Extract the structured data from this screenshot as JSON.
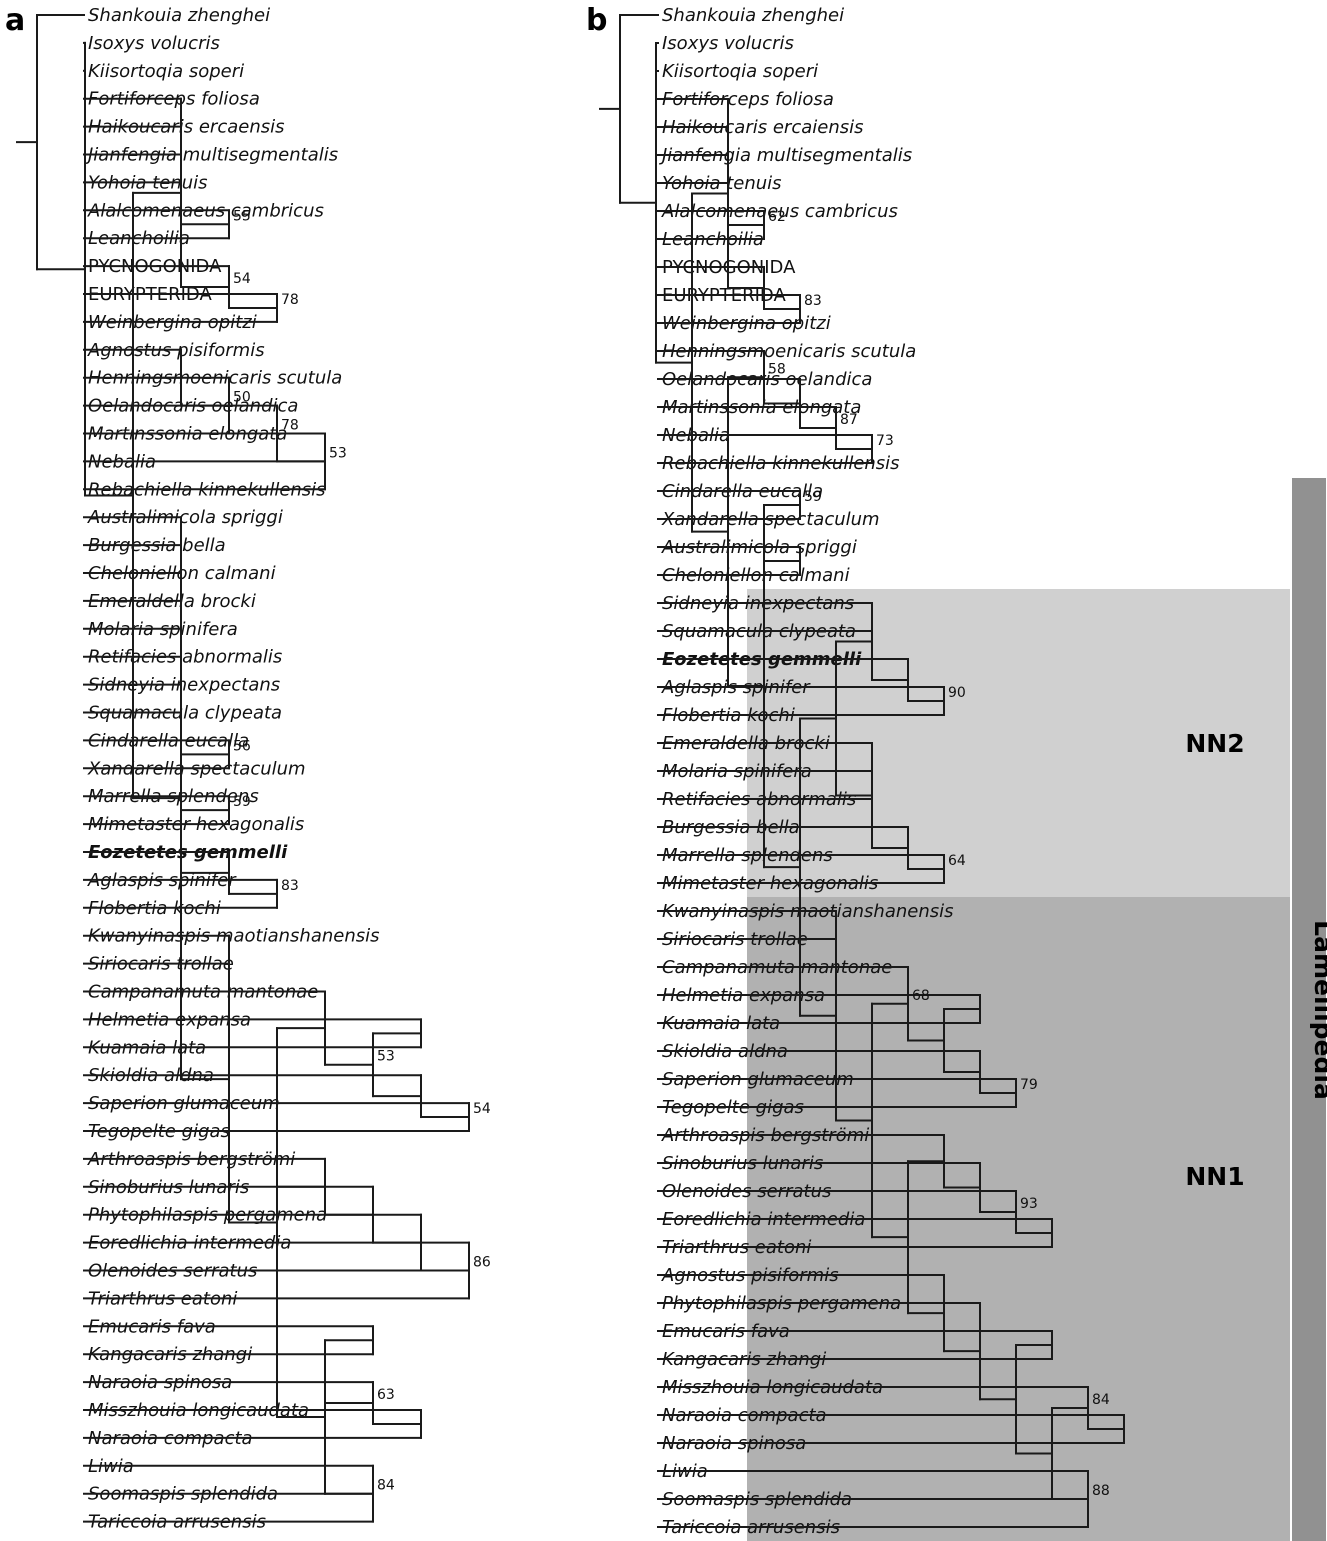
{
  "panels": {
    "a": "a",
    "b": "b"
  },
  "groups": {
    "nn2": "NN2",
    "nn1": "NN1",
    "clade_bar": "Lamellipedia"
  },
  "colors": {
    "nn2_box": "#d0d0d0",
    "nn1_box": "#b1b1b1",
    "clade_bar": "#919191",
    "lines": "#1a1a1a"
  },
  "tree_a": {
    "taxa": [
      "Shankouia zhenghei",
      "Isoxys volucris",
      "Kiisortoqia soperi",
      "Fortiforceps foliosa",
      "Haikoucaris ercaensis",
      "Jianfengia multisegmentalis",
      "Yohoia tenuis",
      "Alalcomenaeus cambricus",
      "Leanchoilia",
      "PYCNOGONIDA",
      "EURYPTERIDA",
      "Weinbergina opitzi",
      "Agnostus pisiformis",
      "Henningsmoenicaris scutula",
      "Oelandocaris oelandica",
      "Martinssonia elongata",
      "Nebalia",
      "Rebachiella kinnekullensis",
      "Australimicola spriggi",
      "Burgessia bella",
      "Cheloniellon calmani",
      "Emeraldella brocki",
      "Molaria spinifera",
      "Retifacies abnormalis",
      "Sidneyia inexpectans",
      "Squamacula clypeata",
      "Cindarella eucalla",
      "Xandarella spectaculum",
      "Marrella splendens",
      "Mimetaster hexagonalis",
      "Eozetetes gemmelli",
      "Aglaspis spinifer",
      "Flobertia kochi",
      "Kwanyinaspis maotianshanensis",
      "Siriocaris trollae",
      "Campanamuta mantonae",
      "Helmetia expansa",
      "Kuamaia lata",
      "Skioldia aldna",
      "Saperion glumaceum",
      "Tegopelte gigas",
      "Arthroaspis bergströmi",
      "Sinoburius lunaris",
      "Phytophilaspis pergamena",
      "Eoredlichia intermedia",
      "Olenoides serratus",
      "Triarthrus eatoni",
      "Emucaris fava",
      "Kangacaris zhangi",
      "Naraoia spinosa",
      "Misszhouia longicaudata",
      "Naraoia compacta",
      "Liwia",
      "Soomaspis splendida",
      "Tariccoia arrusensis"
    ],
    "support": [
      "55",
      "54",
      "78",
      "50",
      "78",
      "53",
      "56",
      "59",
      "83",
      "53",
      "54",
      "86",
      "63",
      "84"
    ]
  },
  "tree_b": {
    "taxa": [
      "Shankouia zhenghei",
      "Isoxys volucris",
      "Kiisortoqia soperi",
      "Fortiforceps foliosa",
      "Haikoucaris ercaiensis",
      "Jianfengia multisegmentalis",
      "Yohoia tenuis",
      "Alalcomenaeus cambricus",
      "Leanchoilia",
      "PYCNOGONIDA",
      "EURYPTERIDA",
      "Weinbergina opitzi",
      "Henningsmoenicaris scutula",
      "Oelandocaris oelandica",
      "Martinssonia elongata",
      "Nebalia",
      "Rebachiella kinnekullensis",
      "Cindarella eucalla",
      "Xandarella spectaculum",
      "Australimicola spriggi",
      "Cheloniellon calmani",
      "Sidneyia inexpectans",
      "Squamacula clypeata",
      "Eozetetes gemmelli",
      "Aglaspis spinifer",
      "Flobertia kochi",
      "Emeraldella brocki",
      "Molaria spinifera",
      "Retifacies abnormalis",
      "Burgessia bella",
      "Marrella splendens",
      "Mimetaster hexagonalis",
      "Kwanyinaspis maotianshanensis",
      "Siriocaris trollae",
      "Campanamuta mantonae",
      "Helmetia expansa",
      "Kuamaia lata",
      "Skioldia aldna",
      "Saperion glumaceum",
      "Tegopelte gigas",
      "Arthroaspis bergströmi",
      "Sinoburius lunaris",
      "Olenoides serratus",
      "Eoredlichia intermedia",
      "Triarthrus eatoni",
      "Agnostus pisiformis",
      "Phytophilaspis pergamena",
      "Emucaris fava",
      "Kangacaris zhangi",
      "Misszhouia longicaudata",
      "Naraoia compacta",
      "Naraoia spinosa",
      "Liwia",
      "Soomaspis splendida",
      "Tariccoia arrusensis"
    ],
    "support": [
      "62",
      "83",
      "58",
      "87",
      "73",
      "59",
      "90",
      "64",
      "68",
      "79",
      "93",
      "84",
      "88"
    ]
  }
}
